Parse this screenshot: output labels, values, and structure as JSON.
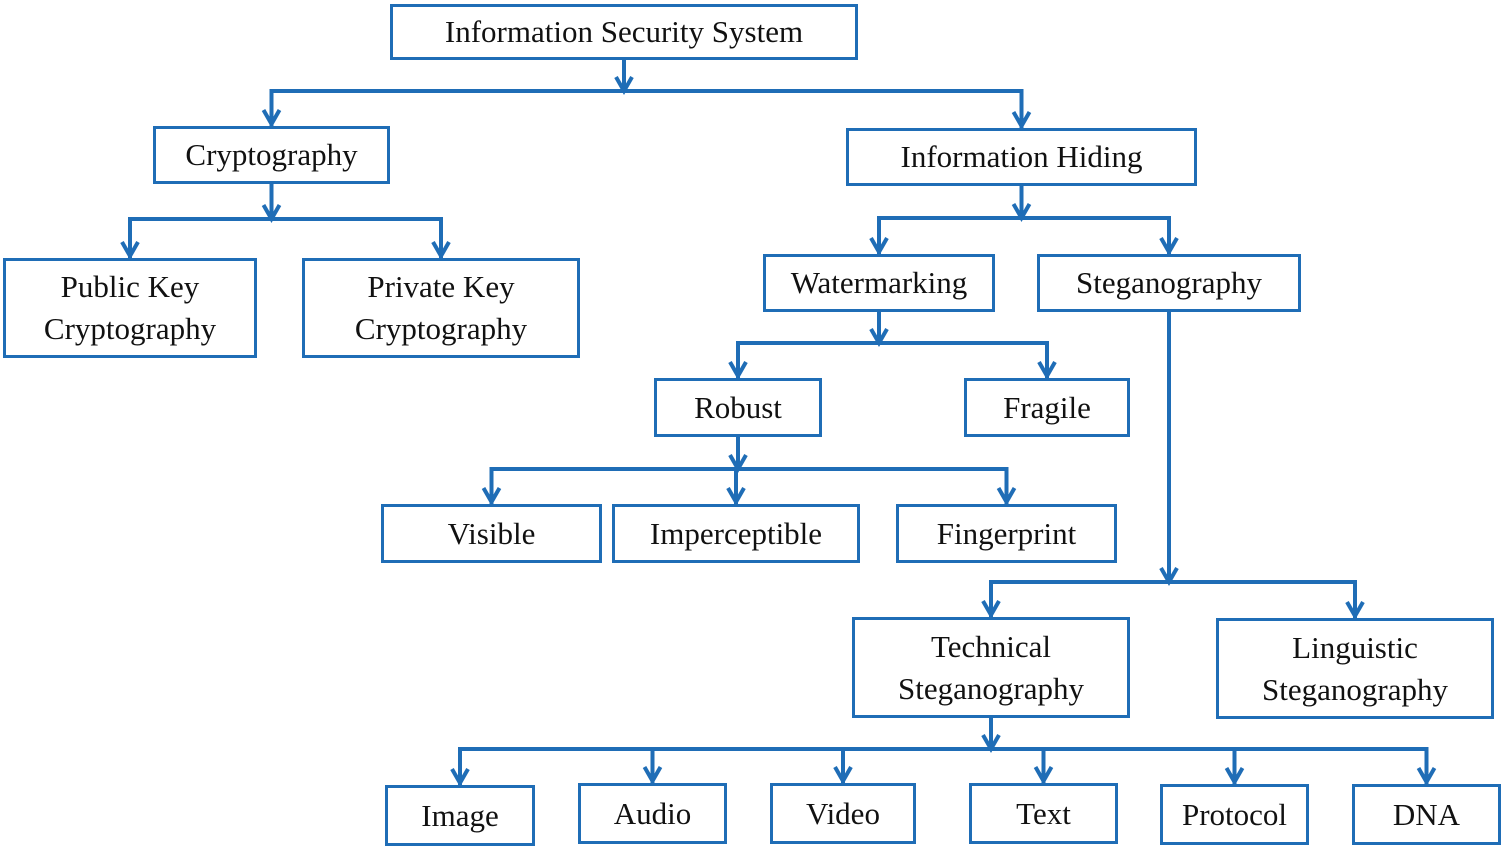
{
  "diagram": {
    "title": "Information Security System taxonomy",
    "line_color": "#1f6db6",
    "text_color": "#111111",
    "nodes": {
      "root": {
        "label": "Information Security System"
      },
      "cryptography": {
        "label": "Cryptography"
      },
      "public_key": {
        "label": "Public Key\nCryptography"
      },
      "private_key": {
        "label": "Private Key\nCryptography"
      },
      "info_hiding": {
        "label": "Information Hiding"
      },
      "watermarking": {
        "label": "Watermarking"
      },
      "steganography": {
        "label": "Steganography"
      },
      "robust": {
        "label": "Robust"
      },
      "fragile": {
        "label": "Fragile"
      },
      "visible": {
        "label": "Visible"
      },
      "imperceptible": {
        "label": "Imperceptible"
      },
      "fingerprint": {
        "label": "Fingerprint"
      },
      "technical": {
        "label": "Technical\nSteganography"
      },
      "linguistic": {
        "label": "Linguistic\nSteganography"
      },
      "image": {
        "label": "Image"
      },
      "audio": {
        "label": "Audio"
      },
      "video": {
        "label": "Video"
      },
      "text": {
        "label": "Text"
      },
      "protocol": {
        "label": "Protocol"
      },
      "dna": {
        "label": "DNA"
      }
    },
    "edges": [
      {
        "from": "root",
        "to": [
          "cryptography",
          "info_hiding"
        ]
      },
      {
        "from": "cryptography",
        "to": [
          "public_key",
          "private_key"
        ]
      },
      {
        "from": "info_hiding",
        "to": [
          "watermarking",
          "steganography"
        ]
      },
      {
        "from": "watermarking",
        "to": [
          "robust",
          "fragile"
        ]
      },
      {
        "from": "robust",
        "to": [
          "visible",
          "imperceptible",
          "fingerprint"
        ]
      },
      {
        "from": "steganography",
        "to": [
          "technical",
          "linguistic"
        ]
      },
      {
        "from": "technical",
        "to": [
          "image",
          "audio",
          "video",
          "text",
          "protocol",
          "dna"
        ]
      }
    ]
  }
}
